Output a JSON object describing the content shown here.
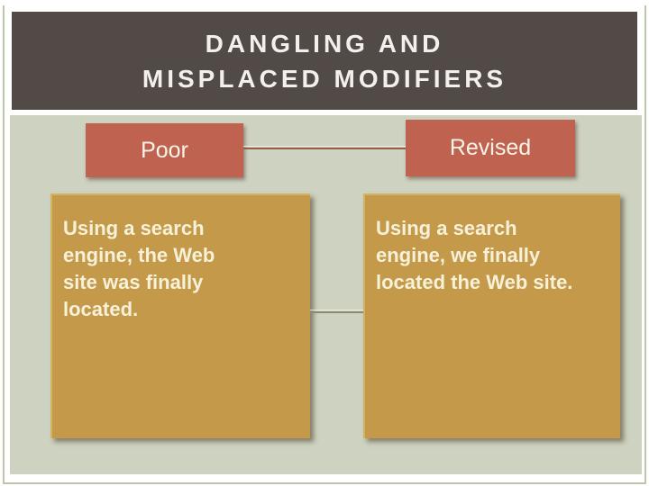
{
  "slide": {
    "header": {
      "title_lines": [
        "DANGLING AND",
        "MISPLACED MODIFIERS"
      ]
    },
    "comparison": {
      "poor": {
        "label": "Poor",
        "lines": [
          "Using a search",
          "engine, the Web",
          "site was finally",
          "located."
        ]
      },
      "revised": {
        "label": "Revised",
        "lines": [
          "Using a search",
          "engine, we finally",
          "located the Web site."
        ]
      }
    },
    "colors": {
      "header_bg": "#524a46",
      "panel_bg": "#ced2c1",
      "label_bg": "#bf6350",
      "card_bg": "#c49a4a",
      "card_text": "#f7f1d9",
      "title_text": "#f2efec",
      "connector_top": "#9a5d4c",
      "connector_mid": "#8e8972",
      "frame_line": "#bdc6ab"
    }
  }
}
